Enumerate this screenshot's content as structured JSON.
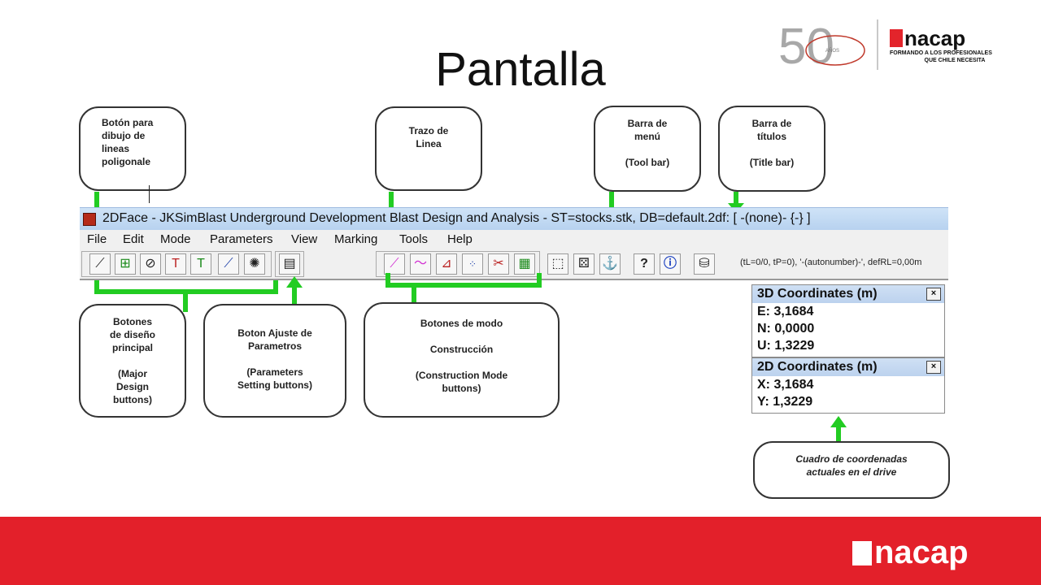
{
  "slide": {
    "title": "Pantalla"
  },
  "logo": {
    "fifty": "50",
    "anos": "AÑOS",
    "brand": "nacap",
    "tagline_1": "FORMANDO A LOS PROFESIONALES",
    "tagline_2": "QUE CHILE NECESITA"
  },
  "callouts": {
    "polyline_button": "Botón para\ndibujo de\nlineas\npoligonale",
    "line_trace": "Trazo de\nLinea",
    "menu_bar": "Barra de\nmenú\n\n(Tool bar)",
    "title_bar": "Barra de\ntítulos\n\n(Title bar)",
    "major_design": "Botones\nde diseño\nprincipal\n\n(Major\nDesign\nbuttons)",
    "parameters": "Boton Ajuste de\nParametros\n\n(Parameters\nSetting buttons)",
    "construction": "Botones de modo\n\nConstrucción\n\n(Construction Mode\nbuttons)",
    "coords_box": "Cuadro de coordenadas\nactuales en el drive"
  },
  "window": {
    "title": "2DFace - JKSimBlast Underground Development Blast Design and Analysis - ST=stocks.stk, DB=default.2df: [ -(none)- {-} ]",
    "menu": [
      "File",
      "Edit",
      "Mode",
      "Parameters",
      "View",
      "Marking",
      "Tools",
      "Help"
    ],
    "status": "(tL=0/0, tP=0), '-(autonumber)-', defRL=0,00m"
  },
  "icons": {
    "major_design": [
      "polyline-icon",
      "add-icon",
      "clock-icon",
      "hole-icon",
      "charge-icon",
      "line-icon",
      "blast-icon"
    ],
    "parameters": [
      "parameters-icon"
    ],
    "construction": [
      "line-trace-icon",
      "polyline-trace-icon",
      "angle-icon",
      "points-icon",
      "scissors-icon",
      "grid-icon"
    ],
    "other": [
      "select-icon",
      "dice-icon",
      "anchor-icon",
      "help-icon",
      "info-icon",
      "database-icon"
    ]
  },
  "coords_3d": {
    "title": "3D Coordinates (m)",
    "rows": [
      "E: 3,1684",
      "N: 0,0000",
      "U: 1,3229"
    ]
  },
  "coords_2d": {
    "title": "2D Coordinates (m)",
    "rows": [
      "X: 3,1684",
      "Y: 1,3229"
    ]
  },
  "close_glyph": "×",
  "footer": {
    "brand": "nacap"
  },
  "colors": {
    "accent_red": "#e3202a",
    "arrow_green": "#22cc22"
  }
}
